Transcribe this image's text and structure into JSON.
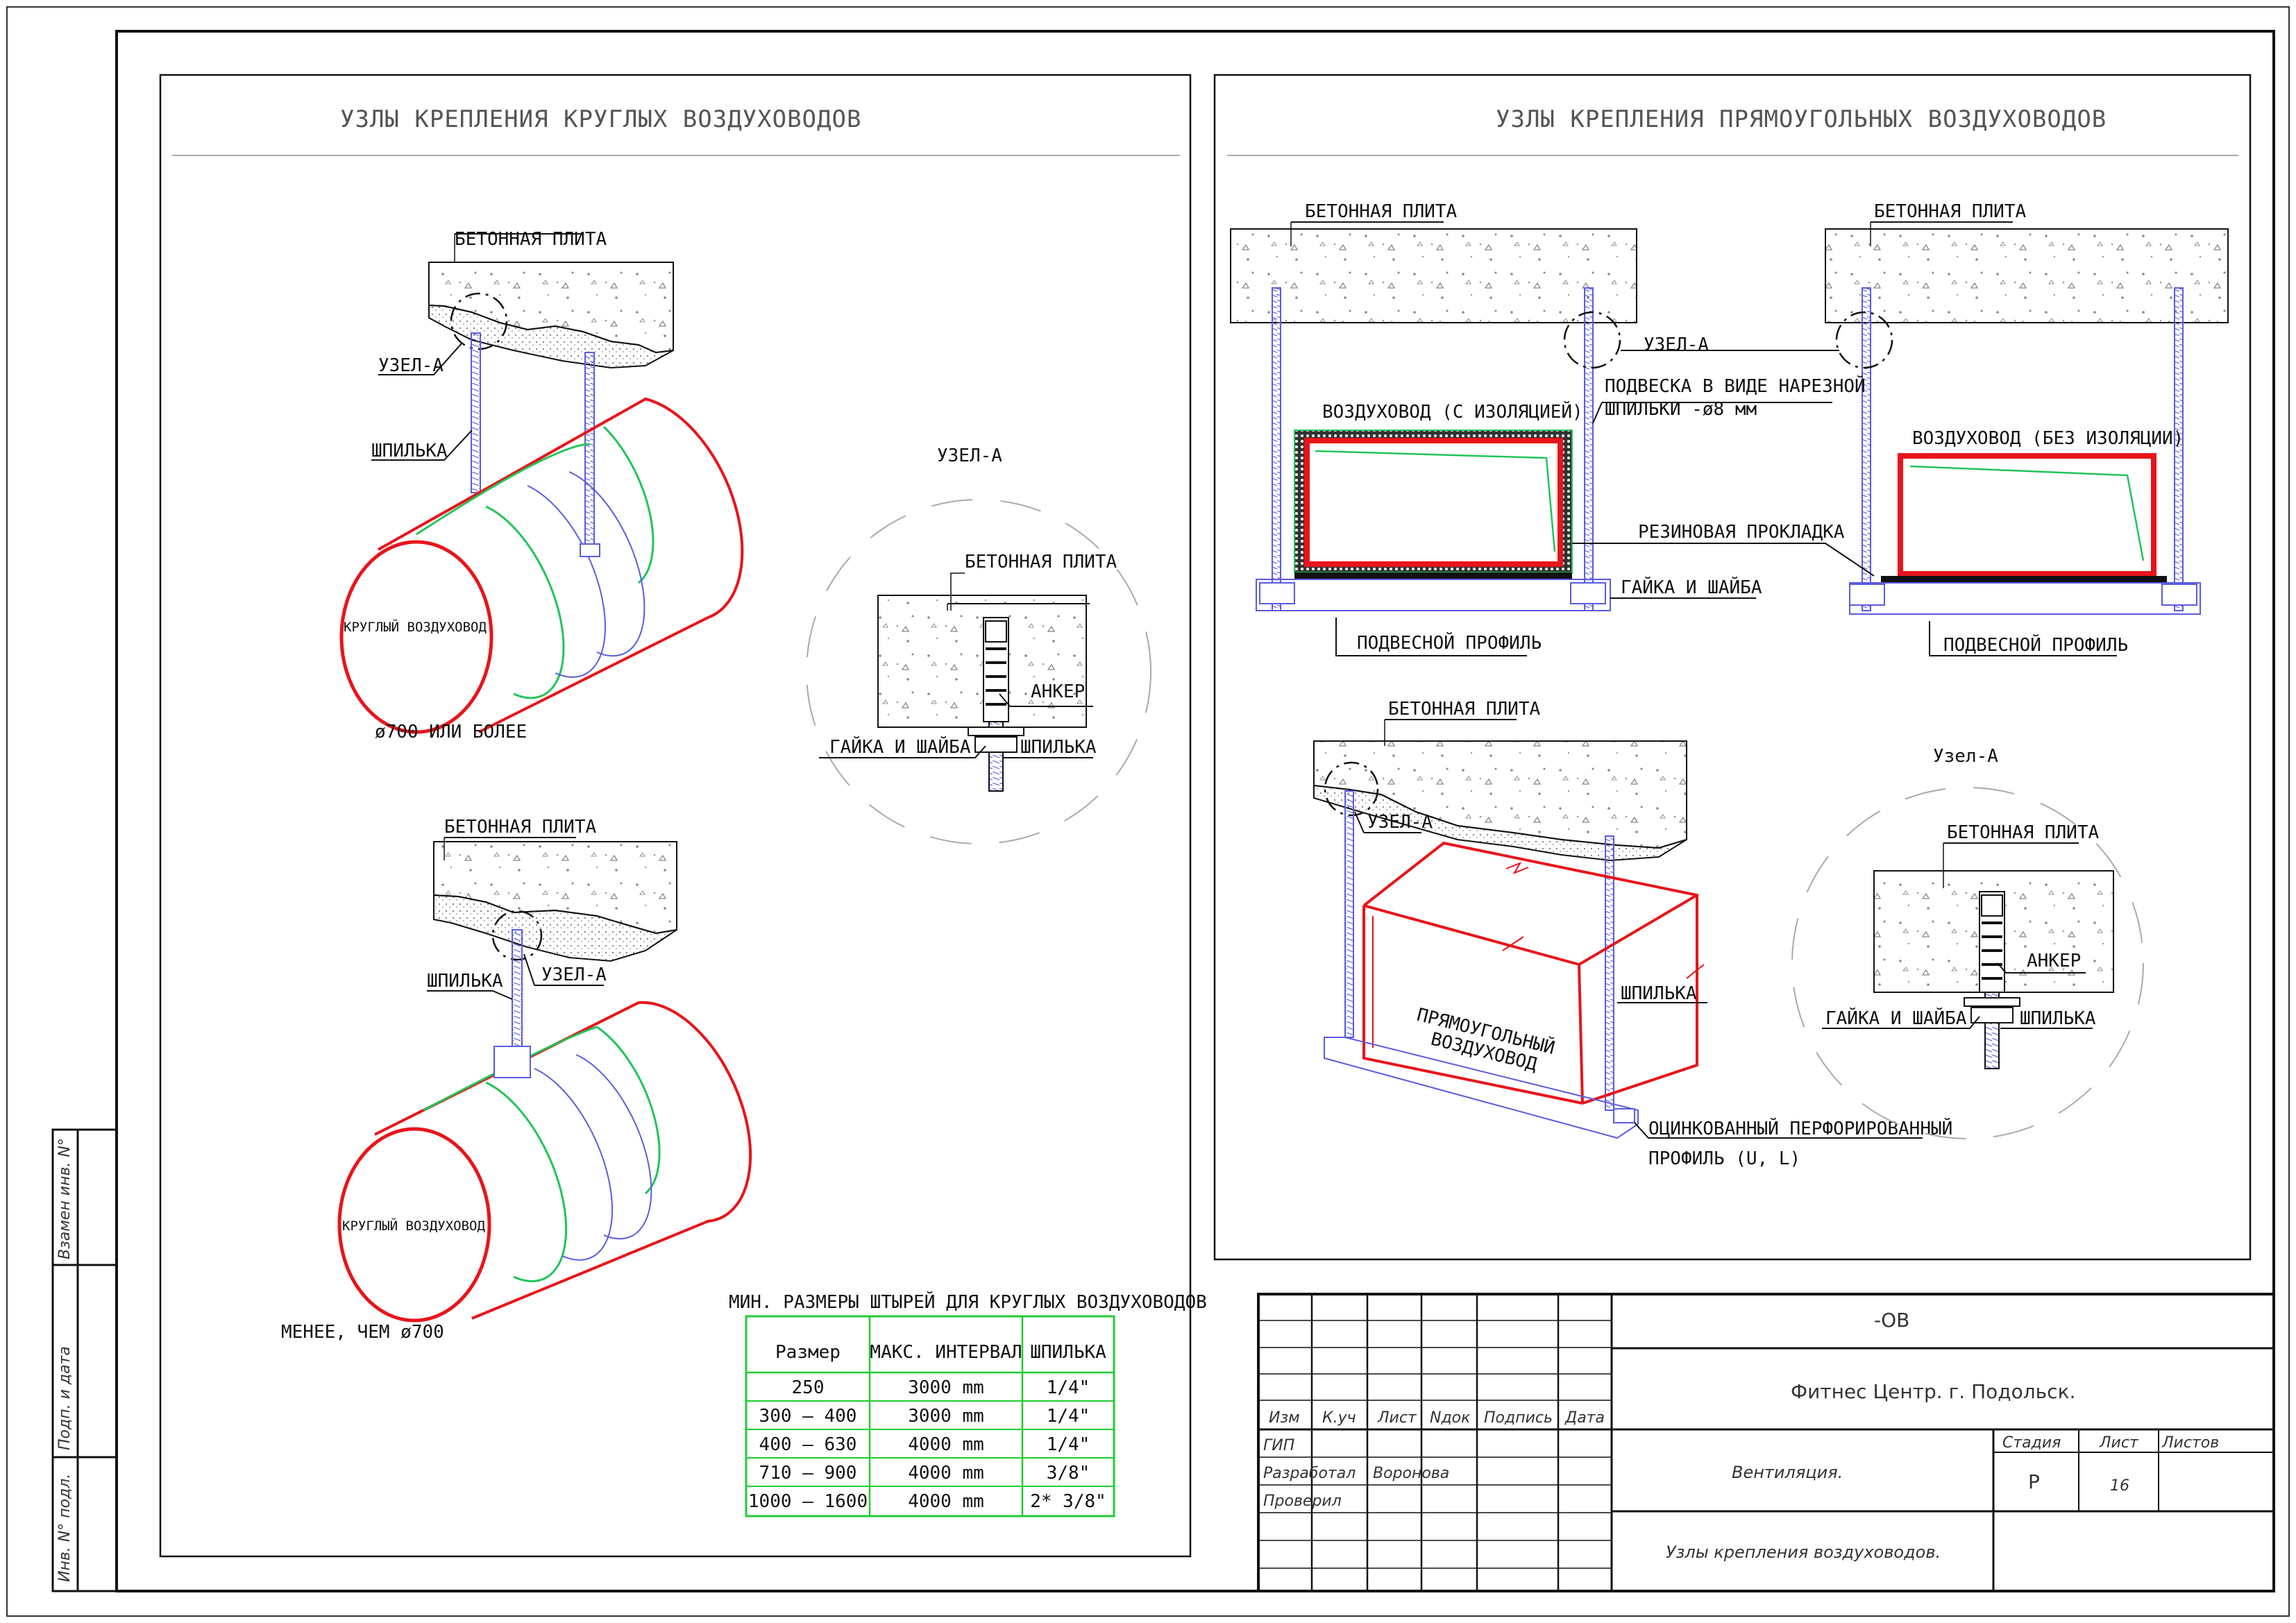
{
  "left_panel": {
    "title": "УЗЛЫ КРЕПЛЕНИЯ КРУГЛЫХ ВОЗДУХОВОДОВ",
    "detail1": {
      "slab": "БЕТОННАЯ ПЛИТА",
      "node": "УЗЕЛ-А",
      "stud": "ШПИЛЬКА",
      "duct": "КРУГЛЫЙ ВОЗДУХОВОД",
      "size": "ø700 ИЛИ БОЛЕЕ"
    },
    "detail2": {
      "slab": "БЕТОННАЯ ПЛИТА",
      "node": "УЗЕЛ-А",
      "stud": "ШПИЛЬКА",
      "duct": "КРУГЛЫЙ ВОЗДУХОВОД",
      "size": "МЕНЕЕ, ЧЕМ ø700"
    },
    "node_detail": {
      "title": "УЗЕЛ-А",
      "slab": "БЕТОННАЯ ПЛИТА",
      "anchor": "АНКЕР",
      "nut": "ГАЙКА И ШАЙБА",
      "stud": "ШПИЛЬКА"
    },
    "table": {
      "title": "МИН. РАЗМЕРЫ ШТЫРЕЙ ДЛЯ КРУГЛЫХ ВОЗДУХОВОДОВ",
      "headers": [
        "Размер",
        "МАКС. ИНТЕРВАЛ",
        "ШПИЛЬКА"
      ],
      "rows": [
        [
          "250",
          "3000 mm",
          "1/4\""
        ],
        [
          "300 – 400",
          "3000 mm",
          "1/4\""
        ],
        [
          "400 – 630",
          "4000 mm",
          "1/4\""
        ],
        [
          "710 – 900",
          "4000 mm",
          "3/8\""
        ],
        [
          "1000 – 1600",
          "4000 mm",
          "2* 3/8\""
        ]
      ]
    }
  },
  "right_panel": {
    "title": "УЗЛЫ КРЕПЛЕНИЯ ПРЯМОУГОЛЬНЫХ ВОЗДУХОВОДОВ",
    "rect1": {
      "slab_left": "БЕТОННАЯ ПЛИТА",
      "slab_right": "БЕТОННАЯ ПЛИТА",
      "node": "УЗЕЛ-А",
      "hanger_line1": "ПОДВЕСКА В ВИДЕ НАРЕЗНОЙ",
      "hanger_line2": "ШПИЛЬКИ -ø8 мм",
      "duct_insulated": "ВОЗДУХОВОД (С ИЗОЛЯЦИЕЙ)",
      "duct_plain": "ВОЗДУХОВОД (БЕЗ ИЗОЛЯЦИИ)",
      "rubber": "РЕЗИНОВАЯ ПРОКЛАДКА",
      "nut": "ГАЙКА И ШАЙБА",
      "profile_left": "ПОДВЕСНОЙ ПРОФИЛЬ",
      "profile_right": "ПОДВЕСНОЙ ПРОФИЛЬ"
    },
    "rect2": {
      "slab": "БЕТОННАЯ ПЛИТА",
      "node": "УЗЕЛ-А",
      "duct_line1": "ПРЯМОУГОЛЬНЫЙ",
      "duct_line2": "ВОЗДУХОВОД",
      "stud": "ШПИЛЬКА",
      "profile_line1": "ОЦИНКОВАННЫЙ ПЕРФОРИРОВАННЫЙ",
      "profile_line2": "ПРОФИЛЬ (U, L)"
    },
    "node_detail": {
      "title": "Узел-А",
      "slab": "БЕТОННАЯ ПЛИТА",
      "anchor": "АНКЕР",
      "nut": "ГАЙКА И ШАЙБА",
      "stud": "ШПИЛЬКА"
    }
  },
  "side_stamp": {
    "field1": "Взамен инв. N°",
    "field2": "Подп. и дата",
    "field3": "Инв. N° подл."
  },
  "title_block": {
    "code": "-ОВ",
    "project": "Фитнес Центр. г. Подольск.",
    "section": "Вентиляция.",
    "sheet_title": "Узлы крепления воздуховодов.",
    "headers": [
      "Изм",
      "К.уч",
      "Лист",
      "Nдок",
      "Подпись",
      "Дата"
    ],
    "roles": [
      "ГИП",
      "Разработал",
      "Проверил"
    ],
    "developer": "Воронова",
    "stage_label": "Стадия",
    "sheet_label": "Лист",
    "sheets_label": "Листов",
    "stage": "Р",
    "sheet": "16"
  },
  "colors": {
    "duct_outline": "#e8141b",
    "band": "#23c45a",
    "hanger": "#5b5be0",
    "table_border": "#22cc33",
    "ink": "#111111"
  }
}
